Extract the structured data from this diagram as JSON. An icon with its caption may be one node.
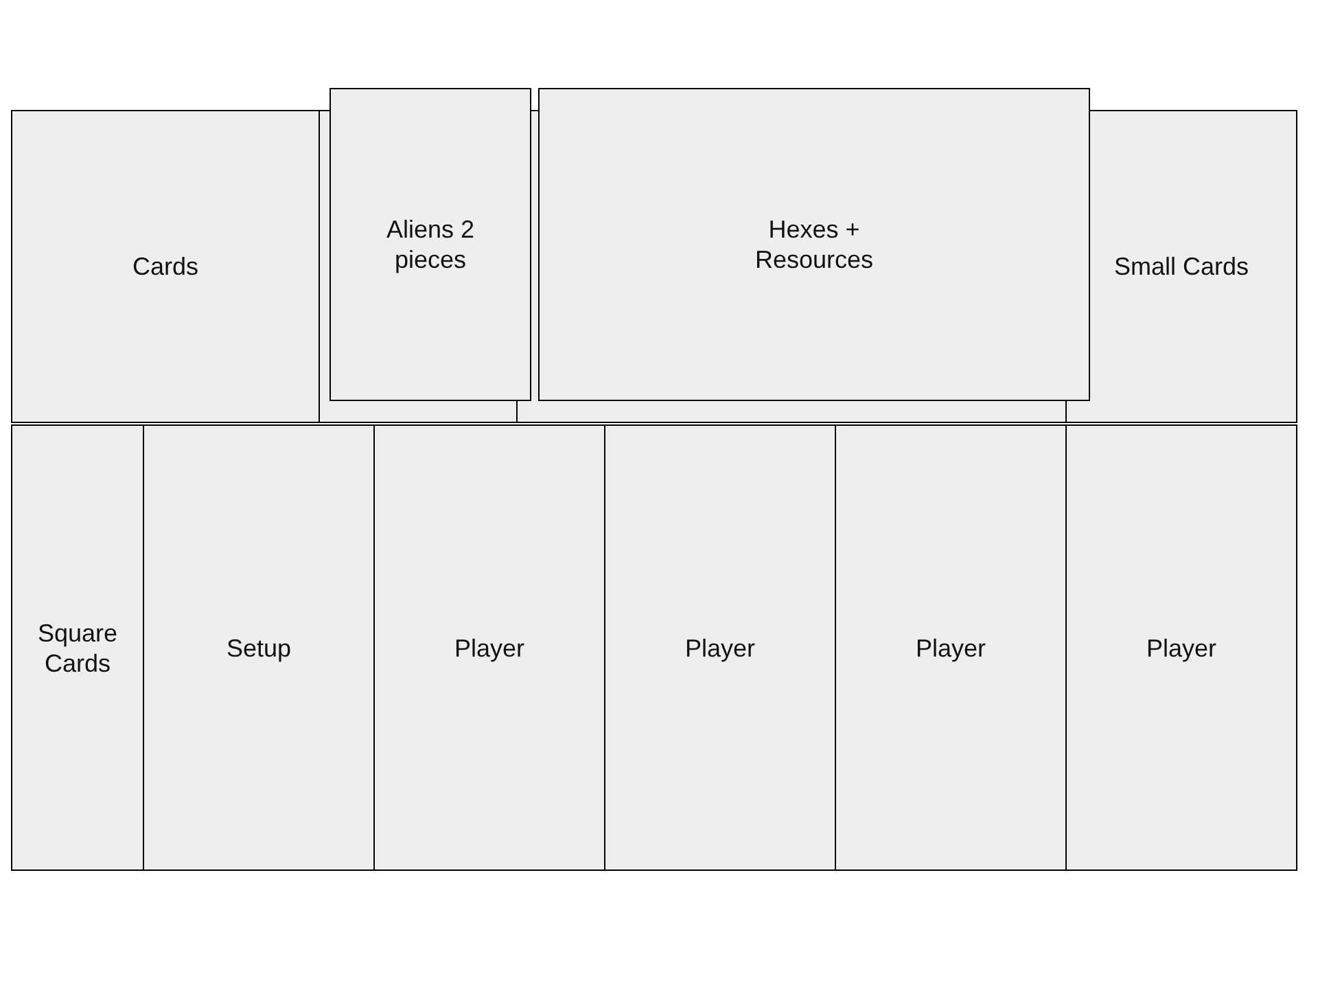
{
  "diagram": {
    "nodes": [
      {
        "text": [
          "Cards"
        ]
      },
      {
        "text": [
          "Aliens 2 pieces"
        ]
      },
      {
        "text": [
          "Hexes + Resources"
        ]
      },
      {
        "text": [
          "Small Cards"
        ]
      },
      {
        "text": [
          "Square Cards"
        ]
      },
      {
        "text": [
          "Setup"
        ]
      },
      {
        "text": [
          "Player"
        ]
      },
      {
        "text": [
          "Player"
        ]
      },
      {
        "text": [
          "Player"
        ]
      },
      {
        "text": [
          "Player"
        ]
      }
    ]
  }
}
